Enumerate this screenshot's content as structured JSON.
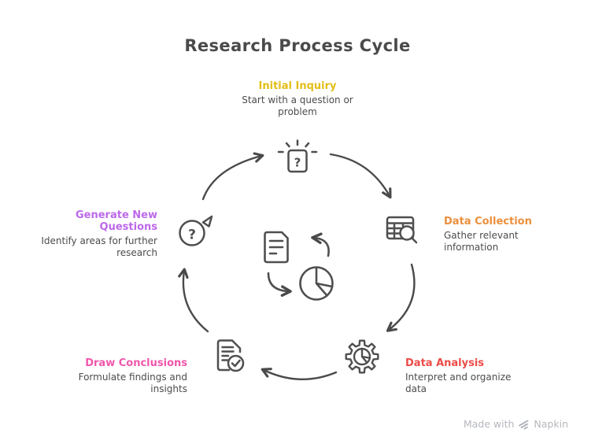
{
  "title": "Research Process Cycle",
  "diagram_type": "cycle",
  "nodes": [
    {
      "id": "initial-inquiry",
      "label_lines": [
        "Initial Inquiry"
      ],
      "desc_lines": [
        "Start with a question or",
        "problem"
      ],
      "color": "#e3bd17",
      "icon": "question-box-icon"
    },
    {
      "id": "data-collection",
      "label_lines": [
        "Data Collection"
      ],
      "desc_lines": [
        "Gather relevant",
        "information"
      ],
      "color": "#eb8f3c",
      "icon": "table-search-icon"
    },
    {
      "id": "data-analysis",
      "label_lines": [
        "Data Analysis"
      ],
      "desc_lines": [
        "Interpret and organize",
        "data"
      ],
      "color": "#ec4b47",
      "icon": "gear-pie-icon"
    },
    {
      "id": "draw-conclusions",
      "label_lines": [
        "Draw Conclusions"
      ],
      "desc_lines": [
        "Formulate findings and",
        "insights"
      ],
      "color": "#f056ab",
      "icon": "document-check-icon"
    },
    {
      "id": "generate-new-questions",
      "label_lines": [
        "Generate New",
        "Questions"
      ],
      "desc_lines": [
        "Identify areas for further",
        "research"
      ],
      "color": "#bc69e9",
      "icon": "question-circle-arrow-icon"
    }
  ],
  "edges": [
    {
      "from": "generate-new-questions",
      "to": "initial-inquiry"
    },
    {
      "from": "initial-inquiry",
      "to": "data-collection"
    },
    {
      "from": "data-collection",
      "to": "data-analysis"
    },
    {
      "from": "data-analysis",
      "to": "draw-conclusions"
    },
    {
      "from": "draw-conclusions",
      "to": "generate-new-questions"
    }
  ],
  "center_icons": [
    "document-icon",
    "refresh-arrows",
    "pie-chart-icon"
  ],
  "footer": {
    "made_with": "Made with",
    "brand": "Napkin"
  },
  "colors": {
    "text": "#4c4c4c",
    "arrows": "#4a4a4a",
    "icon_stroke": "#4f4f4f",
    "footer_text": "#b4b7bc"
  }
}
